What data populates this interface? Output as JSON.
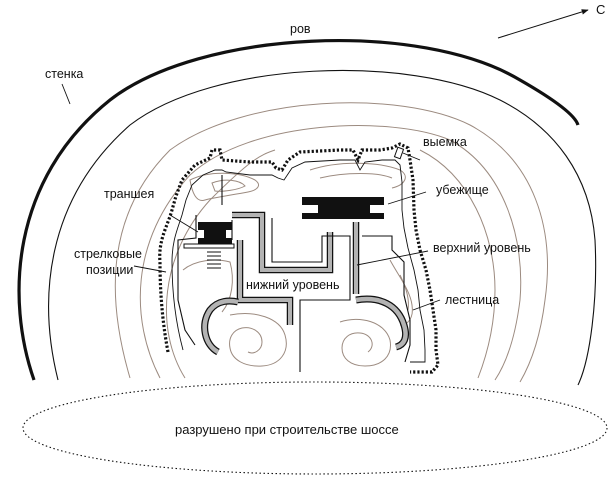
{
  "compass": {
    "north_label": "С"
  },
  "labels": {
    "moat": "ров",
    "wall": "стенка",
    "notch": "выемка",
    "trench": "траншея",
    "shelter": "убежище",
    "rifle_positions_line1": "стрелковые",
    "rifle_positions_line2": "позиции",
    "upper_level": "верхний уровень",
    "lower_level": "нижний уровень",
    "stairs": "лестница",
    "destroyed": "разрушено при строительстве шоссе"
  },
  "colors": {
    "ink": "#111111",
    "contour": "#9c8b80",
    "corridor": "#b3b3b3",
    "background": "#ffffff"
  }
}
